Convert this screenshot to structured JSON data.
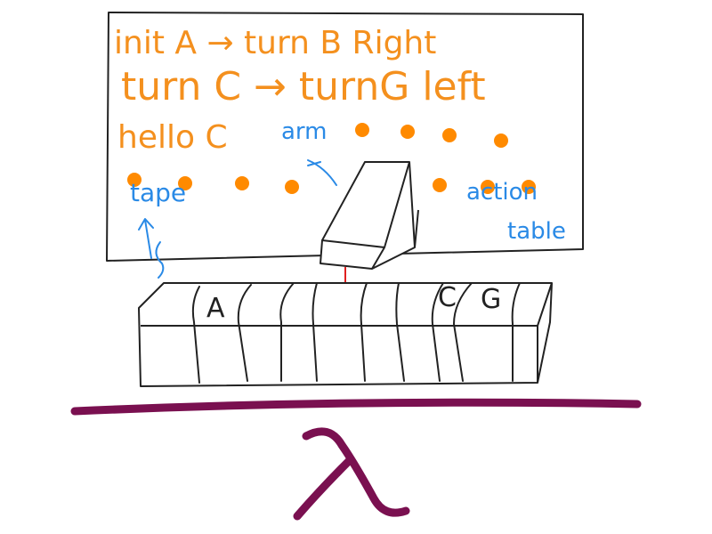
{
  "board": {
    "lines": [
      "init  A → turn B Right",
      "turn C → turnG left",
      "hello  C"
    ],
    "dots_count": 11
  },
  "labels": {
    "arm": "arm",
    "tape": "tape",
    "action_table_1": "action",
    "action_table_2": "table"
  },
  "tape": {
    "symbols": [
      "A",
      "C",
      "G"
    ]
  },
  "base": {
    "symbol": "λ"
  },
  "colors": {
    "orange": "#f4901e",
    "blue": "#2a8ae6",
    "dot": "#ff8a00",
    "maroon": "#7a1050",
    "ink": "#222222",
    "head_line": "#e02020"
  }
}
